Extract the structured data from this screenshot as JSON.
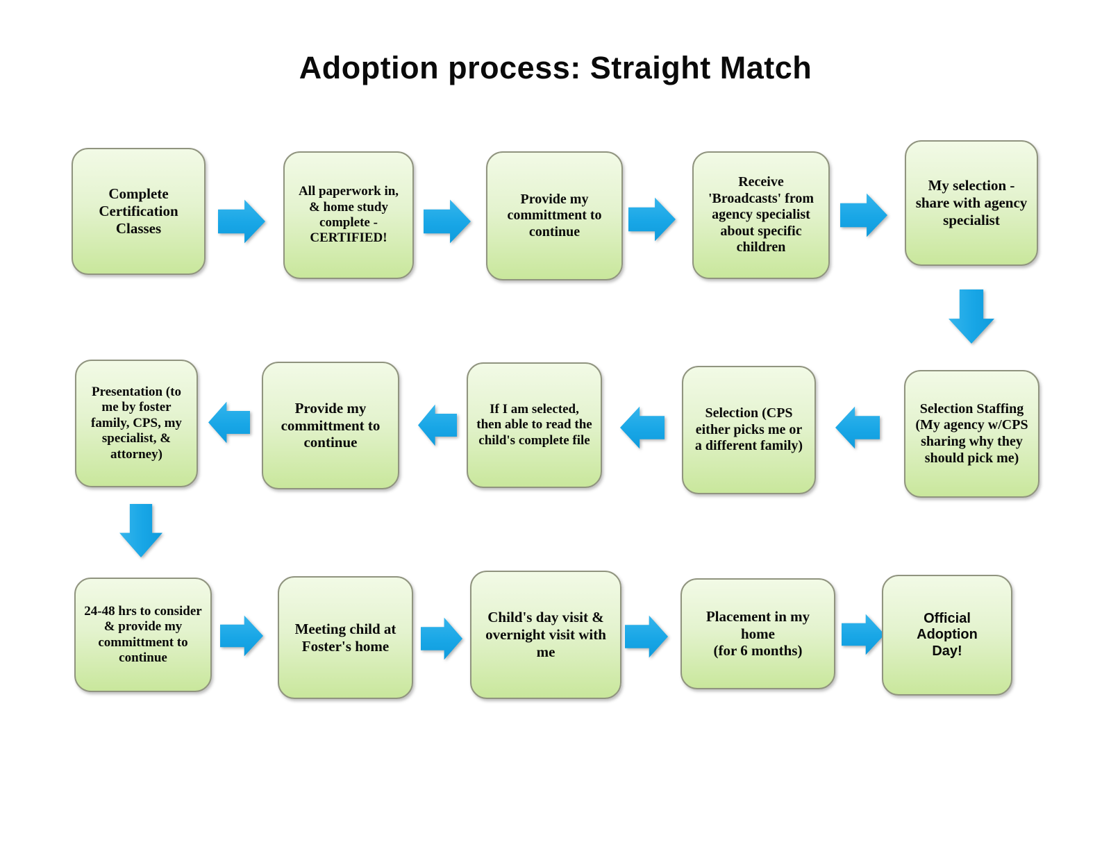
{
  "title": "Adoption process: Straight Match",
  "colors": {
    "box_top": "#f2fae6",
    "box_bottom": "#c9e79c",
    "box_border": "#90947f",
    "arrow": "#18a6e6",
    "arrow_light": "#35b5ec",
    "arrow_dark": "#0f9bdc",
    "text": "#0a0a0a"
  },
  "nodes": [
    {
      "id": 1,
      "label": "Complete Certification Classes"
    },
    {
      "id": 2,
      "label": "All paperwork in, & home study complete - CERTIFIED!"
    },
    {
      "id": 3,
      "label": "Provide my committment to continue"
    },
    {
      "id": 4,
      "label": "Receive 'Broadcasts' from agency specialist about specific children"
    },
    {
      "id": 5,
      "label": "My selection - share with agency specialist"
    },
    {
      "id": 6,
      "label": "Selection Staffing (My agency w/CPS sharing why they should pick me)"
    },
    {
      "id": 7,
      "label": "Selection (CPS either picks me or a different family)"
    },
    {
      "id": 8,
      "label": "If I am selected, then able to read the child's complete file"
    },
    {
      "id": 9,
      "label": "Provide my committment to continue"
    },
    {
      "id": 10,
      "label": "Presentation (to me by foster family, CPS, my specialist, & attorney)"
    },
    {
      "id": 11,
      "label": "24-48 hrs to consider & provide my committment to continue"
    },
    {
      "id": 12,
      "label": "Meeting child at Foster's home"
    },
    {
      "id": 13,
      "label": "Child's day visit & overnight visit with me"
    },
    {
      "id": 14,
      "label": "Placement in my home\n(for 6 months)"
    },
    {
      "id": 15,
      "label": "Official\nAdoption\nDay!"
    }
  ],
  "connections": [
    {
      "from": 1,
      "to": 2,
      "direction": "right"
    },
    {
      "from": 2,
      "to": 3,
      "direction": "right"
    },
    {
      "from": 3,
      "to": 4,
      "direction": "right"
    },
    {
      "from": 4,
      "to": 5,
      "direction": "right"
    },
    {
      "from": 5,
      "to": 6,
      "direction": "down"
    },
    {
      "from": 6,
      "to": 7,
      "direction": "left"
    },
    {
      "from": 7,
      "to": 8,
      "direction": "left"
    },
    {
      "from": 8,
      "to": 9,
      "direction": "left"
    },
    {
      "from": 9,
      "to": 10,
      "direction": "left"
    },
    {
      "from": 10,
      "to": 11,
      "direction": "down"
    },
    {
      "from": 11,
      "to": 12,
      "direction": "right"
    },
    {
      "from": 12,
      "to": 13,
      "direction": "right"
    },
    {
      "from": 13,
      "to": 14,
      "direction": "right"
    },
    {
      "from": 14,
      "to": 15,
      "direction": "right"
    }
  ]
}
